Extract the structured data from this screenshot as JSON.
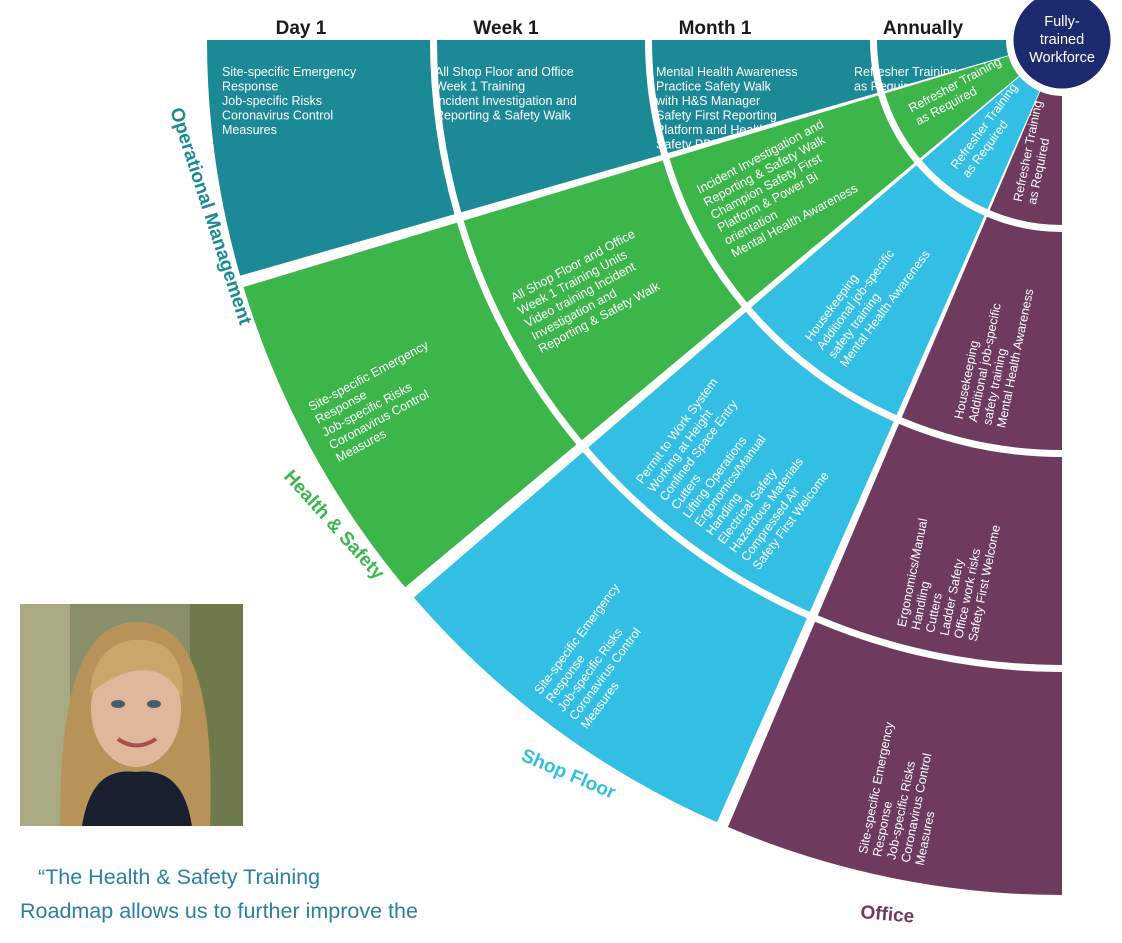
{
  "columns": [
    "Day 1",
    "Week 1",
    "Month 1",
    "Annually"
  ],
  "center": {
    "lines": [
      "Fully-",
      "trained",
      "Workforce"
    ],
    "color": "#1e2a6e"
  },
  "rows": [
    {
      "name": "Operational Management",
      "color": "#1b8a96",
      "cells": [
        [
          "Site-specific Emergency",
          "Response",
          "Job-specific Risks",
          "Coronavirus Control",
          "Measures"
        ],
        [
          "All Shop Floor and Office",
          "Week 1 Training",
          "Incident Investigation and",
          "Reporting & Safety Walk"
        ],
        [
          "Mental Health Awareness",
          "Practice Safety Walk",
          "with H&S Manager",
          "Safety First Reporting",
          "Platform and Health and",
          "Safety PBI orientation"
        ],
        [
          "Refresher Training",
          "as Required"
        ]
      ]
    },
    {
      "name": "Health & Safety",
      "color": "#3cb54a",
      "cells": [
        [
          "Site-specific Emergency",
          "Response",
          "Job-specific Risks",
          "Coronavirus Control",
          "Measures"
        ],
        [
          "All Shop Floor and Office",
          "Week 1 Training Units",
          "Video training Incident",
          "Investigation and",
          "Reporting & Safety Walk"
        ],
        [
          "Incident Investigation and",
          "Reporting & Safety Walk",
          "Champion Safety First",
          "Platform & Power Bi",
          "orientation",
          "Mental Health Awareness"
        ],
        [
          "Refresher Training",
          "as Required"
        ]
      ]
    },
    {
      "name": "Shop Floor",
      "color": "#33bfe3",
      "cells": [
        [
          "Site-specific Emergency",
          "Response",
          "Job-specific Risks",
          "Coronavirus Control",
          "Measures"
        ],
        [
          "Permit to Work System",
          "Working at Height",
          "Confined Space Entry",
          "Cutters",
          "Lifting Operations",
          "Ergonomics/Manual",
          "Handling",
          "Electrical Safety",
          "Hazardous Materials",
          "Compressed Air",
          "Safety First Welcome"
        ],
        [
          "Housekeeping",
          "Additional job-specific",
          "safety training",
          "Mental Health Awareness"
        ],
        [
          "Refresher Training",
          "as Required"
        ]
      ]
    },
    {
      "name": "Office",
      "color": "#6e3a5e",
      "cells": [
        [
          "Site-specific Emergency",
          "Response",
          "Job-specific Risks",
          "Coronavirus Control",
          "Measures"
        ],
        [
          "Ergonomics/Manual",
          "Handling",
          "Cutters",
          "Ladder Safety",
          "Office work risks",
          "Safety First Welcome"
        ],
        [
          "Housekeeping",
          "Additional job-specific",
          "safety training",
          "Mental Health Awareness"
        ],
        [
          "Refresher Training",
          "as Required"
        ]
      ]
    }
  ],
  "photo": {
    "description_icon": "portrait-photo"
  },
  "quote": {
    "line1": "“The Health & Safety Training",
    "line2": "Roadmap allows us to further improve the"
  }
}
